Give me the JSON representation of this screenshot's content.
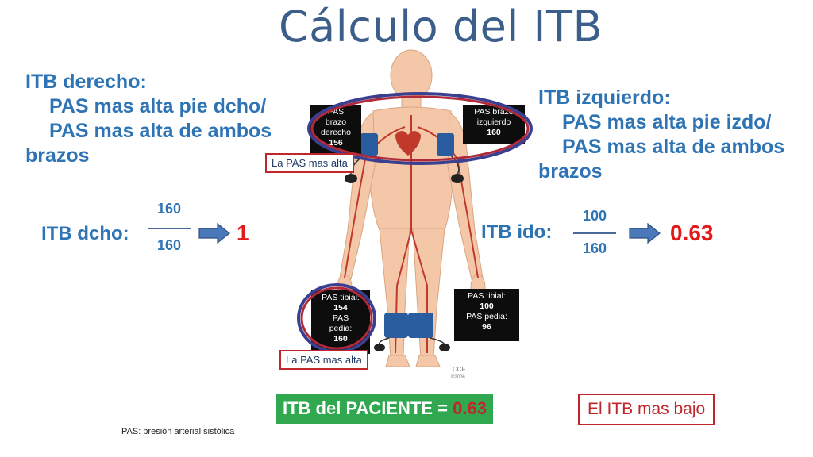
{
  "slide": {
    "title": "Cálculo del ITB",
    "left_formula": {
      "heading": "ITB derecho:",
      "line1": "PAS mas alta pie dcho/",
      "line2": "PAS mas alta de ambos",
      "line3": "brazos"
    },
    "right_formula": {
      "heading": "ITB izquierdo:",
      "line1": "PAS mas alta pie izdo/",
      "line2": "PAS mas alta de ambos",
      "line3": "brazos"
    },
    "right_calc": {
      "label": "ITB dcho:",
      "numerator": "160",
      "denominator": "160",
      "result": "1"
    },
    "left_calc": {
      "label": "ITB ido:",
      "numerator": "100",
      "denominator": "160",
      "result": "0.63"
    },
    "boxes": {
      "arm_right": {
        "l1": "PAS",
        "l2": "brazo",
        "l3": "derecho",
        "value": "156"
      },
      "arm_left": {
        "l1": "PAS brazo",
        "l2": "izquierdo",
        "value": "160"
      },
      "leg_right": {
        "l1": "PAS tibial:",
        "v1": "154",
        "l2": "PAS",
        "l3": "pedia:",
        "v2": "160"
      },
      "leg_left": {
        "l1": "PAS tibial:",
        "v1": "100",
        "l2": "PAS pedia:",
        "v2": "96"
      }
    },
    "highest_label_top": "La PAS mas alta",
    "highest_label_bottom": "La PAS mas alta",
    "patient_itb": {
      "label": "ITB del PACIENTE = ",
      "value": "0.63"
    },
    "lowest_label": "El ITB mas bajo",
    "footnote": "PAS: presión arterial sistólica",
    "figure_credit": "CCF\n©2006"
  },
  "colors": {
    "title": "#3b5f8a",
    "formula_text": "#2e74b5",
    "result_red": "#e31a1a",
    "highlight_green": "#2fa84f",
    "ellipse_blue": "#3a3f8f",
    "ellipse_red": "#b02a3a",
    "cuff_blue": "#2a5d9f"
  }
}
